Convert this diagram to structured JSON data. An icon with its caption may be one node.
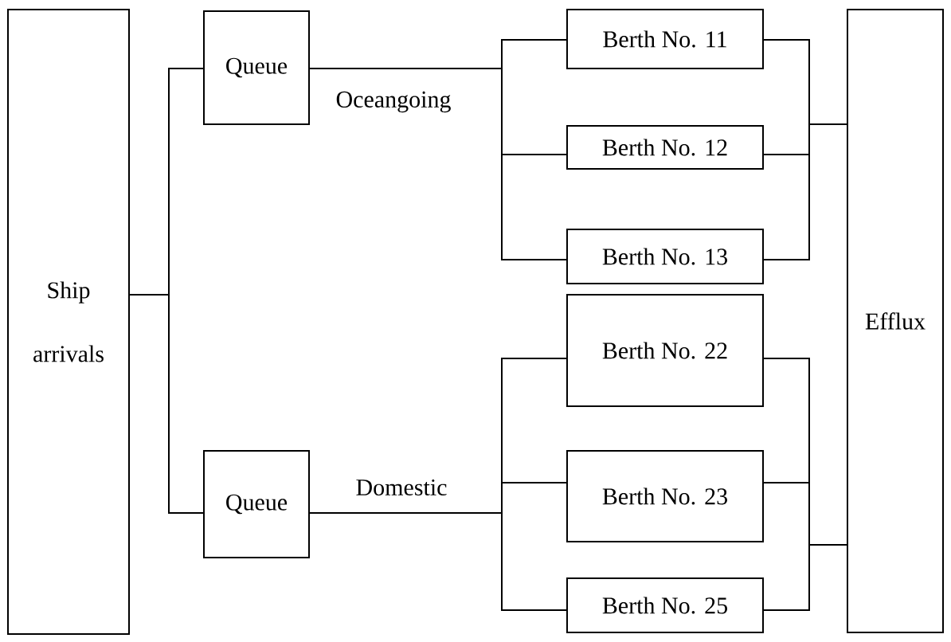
{
  "diagram": {
    "nodes": [
      {
        "text": [
          "Ship arrivals"
        ]
      },
      {
        "text": [
          "Queue"
        ]
      },
      {
        "text": [
          "Queue"
        ]
      },
      {
        "text": [
          "Berth No. 11"
        ]
      },
      {
        "text": [
          "Berth No. 12"
        ]
      },
      {
        "text": [
          "Berth No. 13"
        ]
      },
      {
        "text": [
          "Berth No. 22"
        ]
      },
      {
        "text": [
          "Berth No. 23"
        ]
      },
      {
        "text": [
          "Berth No. 25"
        ]
      },
      {
        "text": [
          "Efflux"
        ]
      }
    ],
    "edges": [
      {
        "from": 0,
        "to": 1,
        "arrow": "none"
      },
      {
        "from": 0,
        "to": 2,
        "arrow": "none"
      },
      {
        "from": 1,
        "to": 3,
        "arrow": "none",
        "label": "Oceangoing"
      },
      {
        "from": 1,
        "to": 4,
        "arrow": "none"
      },
      {
        "from": 1,
        "to": 5,
        "arrow": "none"
      },
      {
        "from": 2,
        "to": 6,
        "arrow": "none",
        "label": "Domestic"
      },
      {
        "from": 2,
        "to": 7,
        "arrow": "none"
      },
      {
        "from": 2,
        "to": 8,
        "arrow": "none"
      },
      {
        "from": 3,
        "to": 9,
        "arrow": "none"
      },
      {
        "from": 4,
        "to": 9,
        "arrow": "none"
      },
      {
        "from": 5,
        "to": 9,
        "arrow": "none"
      },
      {
        "from": 6,
        "to": 9,
        "arrow": "none"
      },
      {
        "from": 7,
        "to": 9,
        "arrow": "none"
      },
      {
        "from": 8,
        "to": 9,
        "arrow": "none"
      }
    ]
  }
}
